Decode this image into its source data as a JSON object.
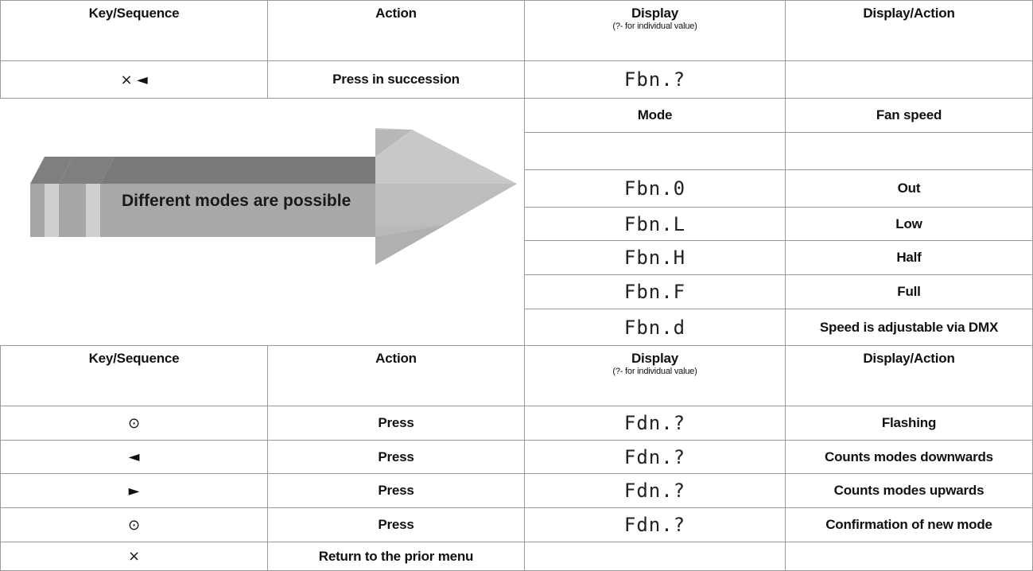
{
  "table1": {
    "headers": {
      "key_sequence": "Key/Sequence",
      "action": "Action",
      "display": "Display",
      "display_note": "(?- for individual value)",
      "display_action": "Display/Action"
    },
    "row1": {
      "keys": "×  ◄",
      "action": "Press in succession",
      "display": "Fbn.?",
      "display_action": ""
    }
  },
  "modes": {
    "header_mode": "Mode",
    "header_fan_speed": "Fan speed",
    "arrow_text": "Different modes are possible",
    "rows": [
      {
        "mode": "Fbn.0",
        "fan": "Out"
      },
      {
        "mode": "Fbn.L",
        "fan": "Low"
      },
      {
        "mode": "Fbn.H",
        "fan": "Half"
      },
      {
        "mode": "Fbn.F",
        "fan": "Full"
      },
      {
        "mode": "Fbn.d",
        "fan": "Speed is adjustable via DMX"
      }
    ]
  },
  "table2": {
    "headers": {
      "key_sequence": "Key/Sequence",
      "action": "Action",
      "display": "Display",
      "display_note": "(?- for individual value)",
      "display_action": "Display/Action"
    },
    "rows": [
      {
        "key": "⊙",
        "key_icon": "enter-icon",
        "action": "Press",
        "display": "Fdn.?",
        "display_action": "Flashing"
      },
      {
        "key": "◄",
        "key_icon": "left-arrow-icon",
        "action": "Press",
        "display": "Fdn.?",
        "display_action": "Counts modes downwards"
      },
      {
        "key": "►",
        "key_icon": "right-arrow-icon",
        "action": "Press",
        "display": "Fdn.?",
        "display_action": "Counts modes upwards"
      },
      {
        "key": "⊙",
        "key_icon": "enter-icon",
        "action": "Press",
        "display": "Fdn.?",
        "display_action": "Confirmation of new mode"
      },
      {
        "key": "×",
        "key_icon": "close-icon",
        "action": "Return to the prior menu",
        "display": "",
        "display_action": ""
      }
    ]
  }
}
